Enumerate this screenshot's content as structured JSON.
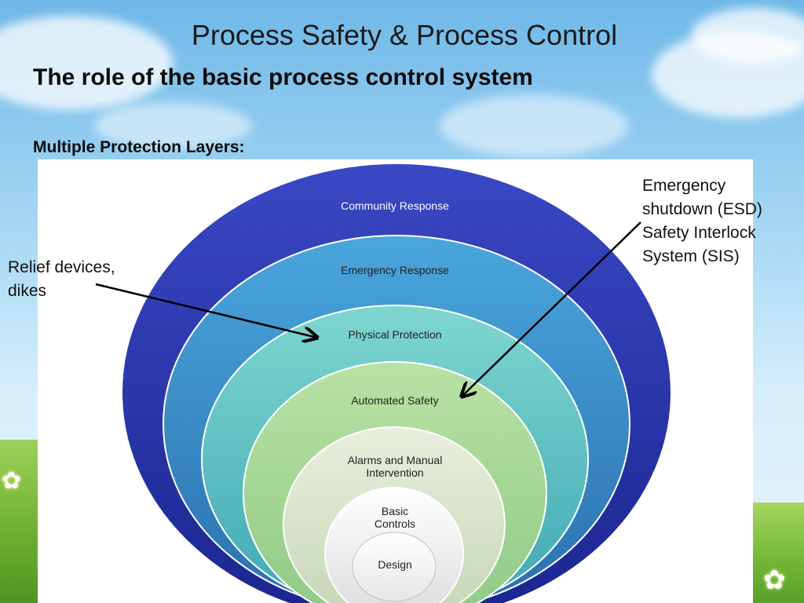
{
  "slide": {
    "title": "Process Safety & Process Control",
    "subtitle": "The role of the basic process control system",
    "section_label": "Multiple Protection Layers:"
  },
  "layers": [
    {
      "label": "Community Response"
    },
    {
      "label": "Emergency Response"
    },
    {
      "label": "Physical Protection"
    },
    {
      "label": "Automated Safety"
    },
    {
      "label": "Alarms and Manual\nIntervention"
    },
    {
      "label": "Basic\nControls"
    },
    {
      "label": "Design"
    }
  ],
  "callouts": {
    "left": "Relief devices,\ndikes",
    "right": "Emergency\nshutdown (ESD)\nSafety Interlock\nSystem (SIS)"
  },
  "colors": {
    "community": "#2530a8",
    "emergency": "#3b8fc9",
    "physical": "#5ec3c4",
    "automated": "#a8d896",
    "alarms": "#d8e4c8",
    "basic": "#f4f4f4",
    "design": "#ffffff"
  }
}
